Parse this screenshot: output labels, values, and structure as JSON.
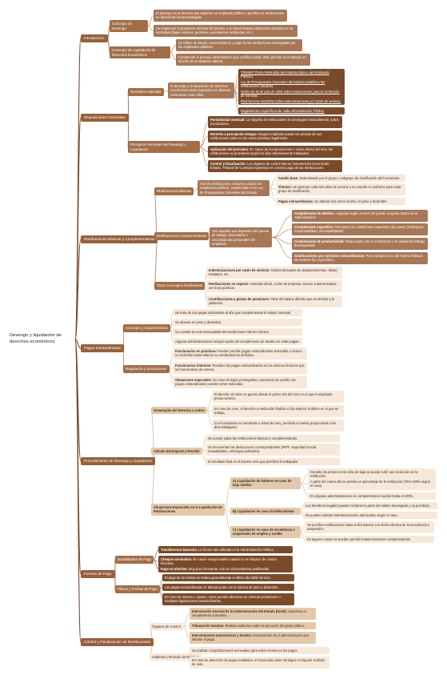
{
  "root": "Devengo y liquidación de derechos económicos",
  "sections": {
    "intro": {
      "label": "Introducción",
      "concepto_devengo": "Concepto de Devengo",
      "devengo_1": "El devengo es el derecho que adquiere un empleado público a percibir sus retribuciones en función del tiempo trabajado.",
      "devengo_2": "Se origina por la prestación efectiva del servicio o en determinadas situaciones previstas en la normativa (bajas médicas, permisos, excedencias retribuidas, etc.).",
      "concepto_liquidacion": "Concepto de Liquidación de Derechos Económicos",
      "liq_1": "Se refiere al cálculo, reconocimiento y pago de las retribuciones devengadas por los empleados públicos.",
      "liq_2": "Comprende el proceso administrativo que certifica cuánto debe percibir un empleado en función de su situación laboral."
    },
    "disposiciones": {
      "label": "Disposiciones Generales",
      "normativa": "Normativa Aplicable",
      "normativa_desc": "El devengo y la liquidación de derechos económicos están regulados por diversas normativas, entre ellas:",
      "norm_items": [
        "TREBEP (Texto Refundido del Estatuto Básico del Empleado Público).",
        "Ley de Presupuestos Generales del Estado (establece las retribuciones anuales).",
        "Orden de 30 de julio de 1992 sobre instrucciones para la confección de nóminas.",
        "Real Decreto 462/2002 sobre indemnizaciones por razón de servicio.",
        "Reglamentos específicos de cada Administración Pública."
      ],
      "principios": "Principios Generales del Devengo y Liquidación",
      "principios_items": [
        {
          "t": "Periodicidad mensual:",
          "d": " La mayoría de retribuciones se devengan mensualmente, salvo excepciones."
        },
        {
          "t": "Derecho a percepción íntegra:",
          "d": " Ningún empleado puede ser privado de sus retribuciones salvo en los casos previstos legalmente."
        },
        {
          "t": "Aplicación del prorrateo:",
          "d": " En casos de incorporaciones o ceses dentro del mes, las retribuciones se prorratean según los días efectivamente trabajados."
        },
        {
          "t": "Control y fiscalización:",
          "d": " Los órganos de control interno (Intervención General del Estado, Tribunal de Cuentas) supervisan el correcto pago de las retribuciones."
        }
      ]
    },
    "retribuciones": {
      "label": "Retribuciones Básicas y Complementarias",
      "basicas": "Retribuciones Básicas",
      "basicas_desc": "Son las retribuciones comunes a todos los empleados públicos, establecidas en la Ley de Presupuestos Generales del Estado.",
      "basicas_items": [
        {
          "t": "Sueldo base:",
          "d": " Determinado por el grupo o subgrupo de clasificación del funcionario."
        },
        {
          "t": "Trienios:",
          "d": " Se generan cada tres años de servicio y su cuantía es uniforme para cada grupo de clasificación."
        },
        {
          "t": "Pagas extraordinarias:",
          "d": " Se abonan dos veces al año, en junio y diciembre."
        }
      ],
      "complementarias": "Retribuciones Complementarias",
      "comp_desc": "Son aquellas que dependen del puesto de trabajo, desempeño o circunstancias personales del empleado.",
      "comp_items": [
        {
          "t": "Complemento de destino:",
          "d": " Asignado según el nivel del puesto ocupado dentro de la Administración."
        },
        {
          "t": "Complemento específico:",
          "d": " Remunera las condiciones especiales del puesto (dedicación, responsabilidad, incompatibilidad)."
        },
        {
          "t": "Complemento de productividad:",
          "d": " Relacionado con el rendimiento y la calidad del trabajo desempeñado."
        },
        {
          "t": "Gratificaciones por servicios extraordinarios:",
          "d": " Para trabajos fuera del horario habitual, sin carácter fijo ni periódico."
        }
      ],
      "otros": "Otros Conceptos Retributivos",
      "otros_items": [
        {
          "t": "Indemnizaciones por razón de servicio:",
          "d": " Gastos derivados de desplazamientos, dietas, traslados, etc."
        },
        {
          "t": "Retribuciones en especie:",
          "d": " Vivienda oficial, coche de empresa, acceso a determinados servicios públicos."
        },
        {
          "t": "Contribuciones a planes de pensiones:",
          "d": " Parte del salario diferida que se destina a la jubilación."
        }
      ]
    },
    "pagas": {
      "label": "Pagas Extraordinarias",
      "concepto": "Concepto y Características",
      "concepto_items": [
        "Se trata de dos pagas adicionales al año que complementan el salario mensual.",
        "Se abonan en junio y diciembre.",
        "Su cuantía es una mensualidad del sueldo base más los trienios.",
        "Algunas administraciones incluyen parte del complemento de destino en estas pagas."
      ],
      "regulacion": "Regulación y Excepciones",
      "regulacion_items": [
        {
          "t": "Funcionarios en prácticas:",
          "d": " Pueden percibir pagas extraordinarias reducidas o incluso no recibirlas hasta obtener su nombramiento definitivo."
        },
        {
          "t": "Funcionarios interinos:",
          "d": " Perciben las pagas extraordinarias en los mismos términos que los funcionarios de carrera."
        },
        {
          "t": "Situaciones especiales:",
          "d": " En caso de bajas prolongadas o permisos sin sueldo, las pagas extraordinarias pueden verse reducidas."
        }
      ]
    },
    "procedimiento": {
      "label": "Procedimiento de Devengo y Liquidación",
      "generacion": "Generación del Derecho a Cobro",
      "generacion_items": [
        "El derecho al cobro se genera desde el primer día del mes en el que el empleado presta servicio.",
        "En caso de cese, el derecho a retribución finaliza el día anterior al último en el que se trabaja.",
        "Si el funcionario es nombrado a mitad de mes, percibirá el sueldo proporcional a los días trabajados."
      ],
      "calculo": "Cálculo del Importe a Percibir",
      "calculo_items": [
        "Se suman todas las retribuciones básicas y complementarias.",
        "Se descuentan las deducciones correspondientes (IRPF, Seguridad Social, mutualidades, embargos judiciales).",
        "El resultado final es el importe neto que percibirá el trabajador."
      ],
      "situaciones": "Situaciones Especiales en la Liquidación de Retribuciones",
      "sit_a": "A) Liquidación de haberes en caso de baja médica",
      "sit_a_items": [
        "Durante los primeros tres días de baja se puede sufrir una reducción en la retribución.",
        "A partir del cuarto día se percibe un porcentaje de la retribución (75%-100% según el caso).",
        "En algunas administraciones se complementa el sueldo hasta el 100%."
      ],
      "sit_b": "B) Liquidación en caso de fallecimiento",
      "sit_b_items": [
        "Los herederos legales pueden reclamar la parte del salario devengado y no percibido.",
        "Se pueden solicitar indemnizaciones adicionales según el caso."
      ],
      "sit_c": "C) Liquidación en caso de excedencia o suspensión de empleo y sueldo",
      "sit_c_items": [
        "Se perciben retribuciones hasta el día anterior a la fecha efectiva de la excedencia o suspensión.",
        "En algunos casos se pueden percibir indemnizaciones compensatorias."
      ]
    },
    "formas": {
      "label": "Formas de Pago",
      "modalidades": "Modalidades de Pago",
      "mod_items": [
        {
          "t": "Transferencia bancaria:",
          "d": " La forma más utilizada en la Administración Pública."
        },
        {
          "t": "Cheque nominativo:",
          "d": " En casos excepcionales cuando no se dispone de cuenta bancaria."
        },
        {
          "t": "Pago en efectivo:",
          "d": " Muy poco frecuente, solo en circunstancias justificadas."
        }
      ],
      "plazos": "Plazos y Fechas de Pago",
      "plazos_items": [
        "El pago de la nómina se realiza generalmente el último día hábil del mes.",
        "Las pagas extraordinarias se abonan junto con la nómina de junio y diciembre.",
        "En caso de atrasos o ajustes, estos pueden abonarse en nóminas posteriores o mediante liquidaciones extraordinarias."
      ]
    },
    "control": {
      "label": "Control y Fiscalización de Retribuciones",
      "organos": "Órganos de Control",
      "organos_items": [
        {
          "t": "Intervención General de la Administración del Estado (IGAE):",
          "d": " Supervisa el cumplimiento normativo."
        },
        {
          "t": "Tribunal de Cuentas:",
          "d": " Realiza auditorías sobre la ejecución del gasto público."
        },
        {
          "t": "Intervenciones autonómicas y locales:",
          "d": " Dependiendo de la administración que efectúe el pago."
        }
      ],
      "auditoria": "Auditoría y Revisión de Nóminas",
      "auditoria_items": [
        "Se realizan comprobaciones mensuales para evitar errores en los pagos.",
        "En caso de detección de pagos indebidos, el funcionario debe reintegrar el importe recibido de más."
      ]
    }
  }
}
